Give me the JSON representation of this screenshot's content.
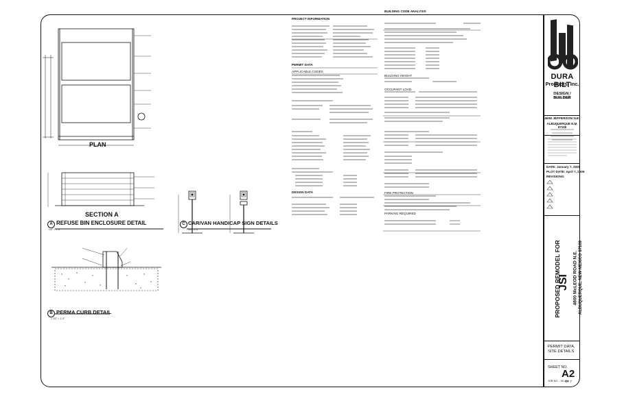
{
  "details": {
    "plan_label": "PLAN",
    "section_label": "SECTION A",
    "refuse_title": "REFUSE BIN ENCLOSURE DETAIL",
    "refuse_letter": "A",
    "refuse_scale": "1/4\" = 1'-0\"",
    "carvan_title": "CAR/VAN HANDICAP SIGN DETAILS",
    "carvan_letter": "C",
    "carvan_scale": "1/2\"=1'-0\"",
    "curb_title": "PERMA CURB DETAIL",
    "curb_letter": "B",
    "curb_scale": "1 1/2\" = 1'-0\""
  },
  "notes": {
    "project_info_heading": "PROJECT INFORMATION",
    "permit_heading": "PERMIT DATA",
    "applicable_codes": "APPLICABLE CODES",
    "design_data": "DESIGN DATA",
    "building_code_heading": "BUILDING CODE ANALYSIS",
    "occupant_load": "OCCUPANT LOAD",
    "building_height": "BUILDING HEIGHT",
    "fire_protection": "FIRE PROTECTION",
    "parking_required": "PARKING REQUIRED"
  },
  "title_block": {
    "company_name": "DURA BILT",
    "company_sub": "Products, Inc.",
    "tagline": "DESIGN / BUILDER",
    "since": "Since 1950",
    "address1": "4608 JEFFERSON N.E.",
    "address2": "ALBUQUERQUE N.M. 87109",
    "date": "DATE: January 7, 2005",
    "plot_date": "PLOT DATE: April 7, 2005",
    "revisions": "REVISIONS:",
    "project_title": "PROPOSED REMODEL FOR",
    "client": "JSI",
    "site_address1": "4600 McLEOD ROAD N.E.",
    "site_address2": "ALBUQUERQUE, NEW MEXICO 87109",
    "sheet_desc1": "PERMIT DATA,",
    "sheet_desc2": "SITE DETAILS",
    "sheet_no_label": "SHEET NO.",
    "sheet_no": "A2",
    "sheet_of": "OF 7",
    "job_no": "JOB NO. - 05-104"
  }
}
